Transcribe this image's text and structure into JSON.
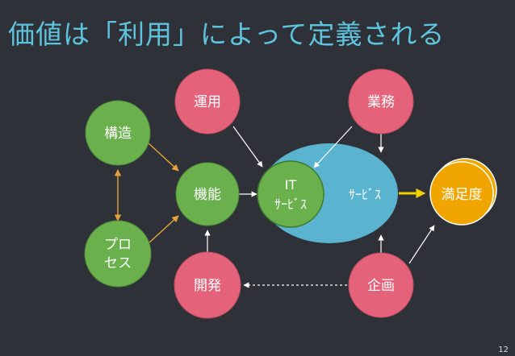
{
  "slide": {
    "title": "価値は「利用」によって定義される",
    "page_number": "12"
  },
  "nodes": {
    "structure": "構造",
    "process_line1": "プロ",
    "process_line2": "セス",
    "function": "機能",
    "operation": "運用",
    "development": "開発",
    "business": "業務",
    "planning": "企画",
    "it_service_line1": "IT",
    "it_service_line2": "ｻｰﾋﾞｽ",
    "service": "ｻｰﾋﾞｽ",
    "satisfaction": "満足度"
  },
  "colors": {
    "background": "#2f3139",
    "title": "#5ec3dc",
    "green_node": "#6ab04c",
    "red_node": "#e4637a",
    "service_ellipse": "#5ab4cf",
    "satisfaction": "#f0a500",
    "arrow_orange": "#e8a13a",
    "arrow_white": "#ffffff",
    "arrow_yellow": "#f2d000"
  }
}
